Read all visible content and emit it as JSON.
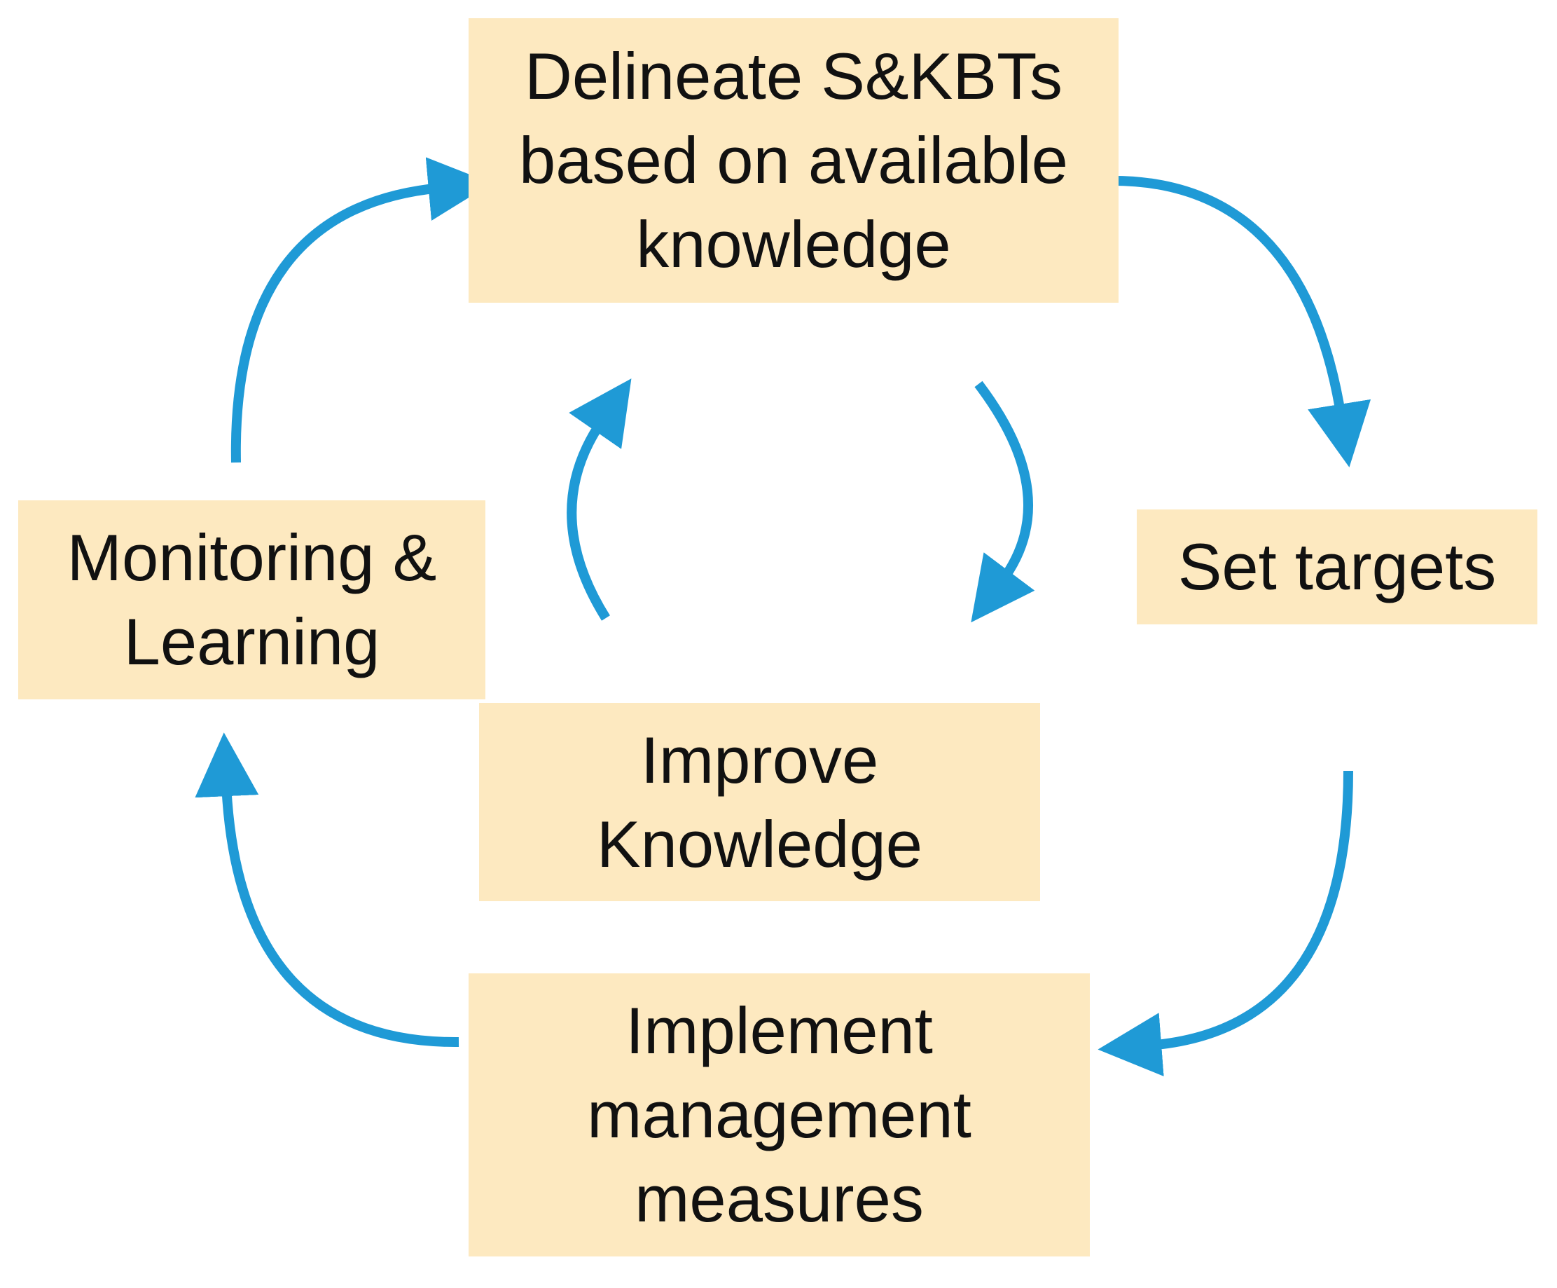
{
  "diagram": {
    "colors": {
      "box_fill": "#fde9c0",
      "arrow": "#1f9ad6",
      "text": "#111111",
      "background": "#ffffff"
    },
    "nodes": {
      "delineate": {
        "label": "Delineate S&KBTs\nbased on available\nknowledge"
      },
      "set_targets": {
        "label": "Set targets"
      },
      "implement": {
        "label": "Implement\nmanagement\nmeasures"
      },
      "monitoring": {
        "label": "Monitoring &\nLearning"
      },
      "improve": {
        "label": "Improve\nKnowledge"
      }
    },
    "cycles": [
      {
        "name": "outer",
        "sequence": [
          "delineate",
          "set_targets",
          "implement",
          "monitoring",
          "delineate"
        ]
      },
      {
        "name": "inner",
        "direction": "clockwise",
        "around": "improve"
      }
    ]
  }
}
